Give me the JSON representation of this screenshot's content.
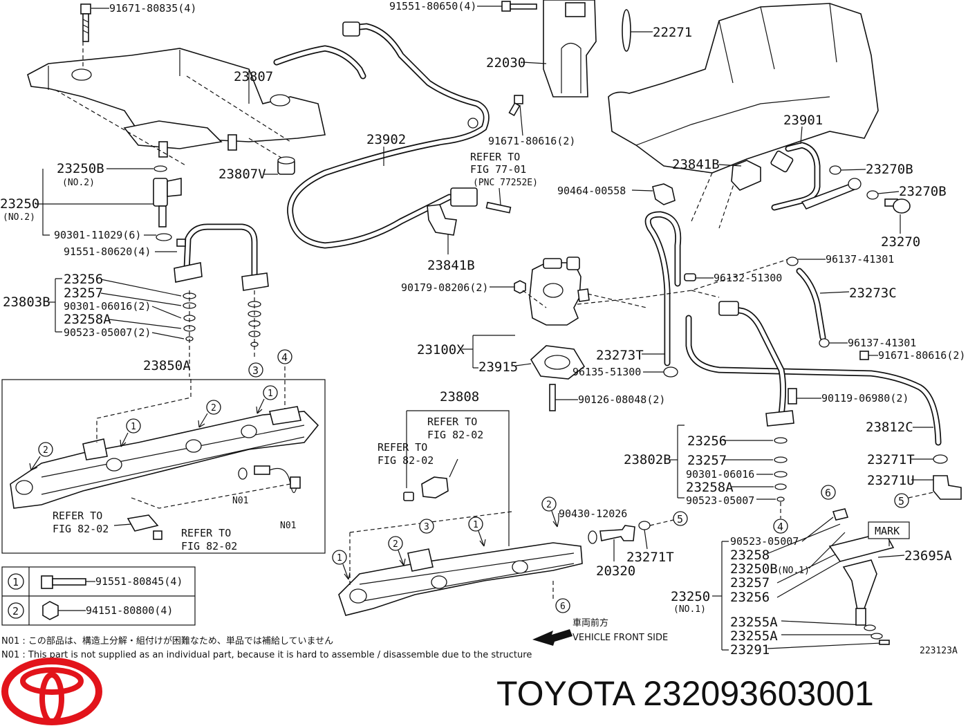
{
  "callouts": {
    "c91671_80835": "91671-80835(4)",
    "c91551_80650": "91551-80650(4)",
    "c22271": "22271",
    "c22030": "22030",
    "c23807": "23807",
    "c23902": "23902",
    "c91671_80616a": "91671-80616(2)",
    "refer_77_line1": "REFER TO",
    "refer_77_line2": "FIG 77-01",
    "refer_77_line3": "(PNC 77252E)",
    "c23901": "23901",
    "c23841B_a": "23841B",
    "c23270B_a": "23270B",
    "c23270B_b": "23270B",
    "c23270": "23270",
    "c90464": "90464-00558",
    "c23250B_top": "23250B",
    "c23250B_top_no": "(NO.2)",
    "c23807V": "23807V",
    "c23250_left": "23250",
    "c23250_left_no": "(NO.2)",
    "c90301_11029": "90301-11029(6)",
    "c91551_80620": "91551-80620(4)",
    "c23841B_b": "23841B",
    "c96137_a": "96137-41301",
    "c96132": "96132-51300",
    "c23273C": "23273C",
    "c90179": "90179-08206(2)",
    "c23803B": "23803B",
    "c23256_l": "23256",
    "c23257_l": "23257",
    "c90301_06016_l": "90301-06016(2)",
    "c23258A_l": "23258A",
    "c90523_05007_l": "90523-05007(2)",
    "c23100X": "23100X",
    "c23915": "23915",
    "c23273T": "23273T",
    "c96135": "96135-51300",
    "c96137_b": "96137-41301",
    "c91671_80616b": "91671-80616(2)",
    "c23850A": "23850A",
    "c90126": "90126-08048(2)",
    "c90119": "90119-06980(2)",
    "c23808": "23808",
    "refer_82_a1": "REFER TO",
    "refer_82_a2": "FIG 82-02",
    "refer_82_b1": "REFER TO",
    "refer_82_b2": "FIG 82-02",
    "c23812C": "23812C",
    "c23802B": "23802B",
    "c23256_r": "23256",
    "c23257_r": "23257",
    "c90301_06016_r": "90301-06016",
    "c23258A_r": "23258A",
    "c90523_05007_r": "90523-05007",
    "c23271T_r": "23271T",
    "c23271U": "23271U",
    "n01_a": "N01",
    "n01_b": "N01",
    "refer_82_c1": "REFER TO",
    "refer_82_c2": "FIG 82-02",
    "refer_82_d1": "REFER TO",
    "refer_82_d2": "FIG 82-02",
    "c90430": "90430-12026",
    "c23271T_b": "23271T",
    "c20320": "20320",
    "c90523_05007_b": "90523-05007",
    "c23258_b": "23258",
    "c23250B_b": "23250B",
    "c23250B_b_no": "(NO.1)",
    "c23257_b": "23257",
    "c23256_b": "23256",
    "c23250_b": "23250",
    "c23250_b_no": "(NO.1)",
    "c23255A_1": "23255A",
    "c23255A_2": "23255A",
    "c23291": "23291",
    "c23695A": "23695A",
    "mark": "MARK",
    "legend_1_part": "91551-80845(4)",
    "legend_2_part": "94151-80800(4)",
    "legend_1_num": "1",
    "legend_2_num": "2",
    "vehicle_front_jp": "車両前方",
    "vehicle_front_en": "VEHICLE FRONT SIDE",
    "note_jp": "N01 : この部品は、構造上分解・組付けが困難なため、単品では補給していません",
    "note_en": "N01 : This part is not supplied as an individual part, because it is hard to assemble / disassemble due to the structure",
    "fig_id": "223123A",
    "n1": "1",
    "n2": "2",
    "n3": "3",
    "n4": "4",
    "n5": "5",
    "n6": "6"
  },
  "brand": {
    "text": "TOYOTA 232093603001",
    "logo_color": "#e2141b"
  }
}
